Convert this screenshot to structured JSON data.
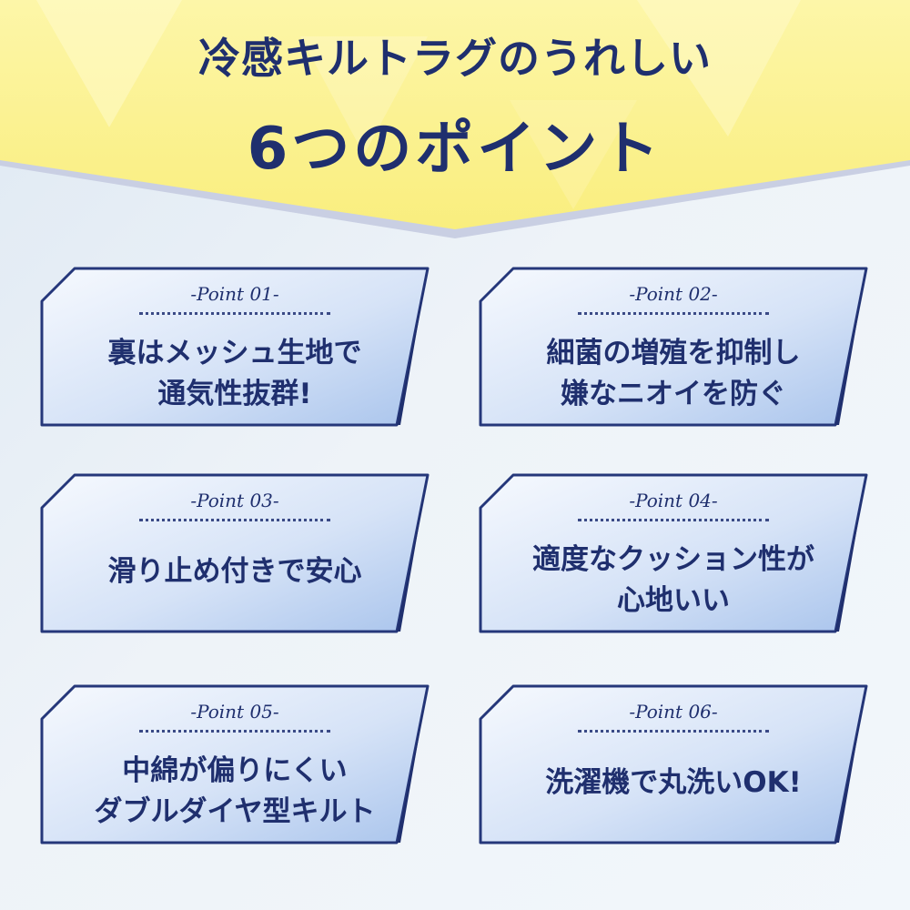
{
  "header": {
    "line1": "冷感キルトラグのうれしい",
    "line2": "6つのポイント"
  },
  "points": [
    {
      "label": "-Point 01-",
      "lines": [
        "裏はメッシュ生地で",
        "通気性抜群!"
      ]
    },
    {
      "label": "-Point 02-",
      "lines": [
        "細菌の増殖を抑制し",
        "嫌なニオイを防ぐ"
      ]
    },
    {
      "label": "-Point 03-",
      "lines": [
        "滑り止め付きで安心",
        ""
      ]
    },
    {
      "label": "-Point 04-",
      "lines": [
        "適度なクッション性が",
        "心地いい"
      ]
    },
    {
      "label": "-Point 05-",
      "lines": [
        "中綿が偏りにくい",
        "ダブルダイヤ型キルト"
      ]
    },
    {
      "label": "-Point 06-",
      "lines": [
        "洗濯機で丸洗いOK!",
        ""
      ]
    }
  ],
  "colors": {
    "navy": "#1f2f6e",
    "banner_yellow": "#fbf08a",
    "card_blue": "#a9c4ec"
  }
}
